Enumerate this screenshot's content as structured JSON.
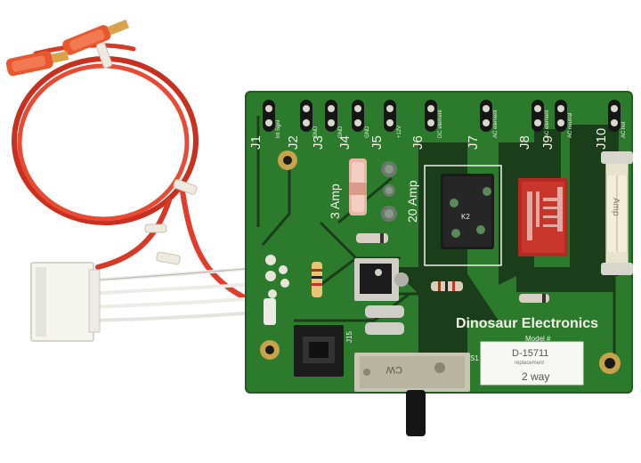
{
  "board": {
    "brand": "Dinosaur Electronics",
    "model_label": "Model #",
    "model_number": "D-15711",
    "replacement_label": "replacement",
    "variant": "2 way",
    "fuse_small_label": "3 Amp",
    "fuse_large_label": "20 Amp",
    "relay_label": "K2",
    "switch_label": "S1",
    "switch_marking": "CW",
    "jack_label": "J15",
    "large_fuse_marking": "Amp",
    "jumpers": [
      {
        "label": "J1",
        "sub": "lnt Sgnl"
      },
      {
        "label": "J2",
        "sub": "GND"
      },
      {
        "label": "J3",
        "sub": "GND"
      },
      {
        "label": "J4",
        "sub": "GND"
      },
      {
        "label": "J5",
        "sub": "+12V"
      },
      {
        "label": "J6",
        "sub": "DC element"
      },
      {
        "label": "J7",
        "sub": "AC element"
      },
      {
        "label": "J8",
        "sub": "AC element"
      },
      {
        "label": "J9",
        "sub": "AC neutral"
      },
      {
        "label": "J10",
        "sub": "AC hot"
      }
    ]
  },
  "colors": {
    "pcb": "#2c7a2c",
    "trace": "#1a3d1a",
    "silkscreen": "#f2f2ea",
    "wire": "#e23d2a",
    "connector": "#f5f5f0",
    "relay": "#b22a22"
  }
}
